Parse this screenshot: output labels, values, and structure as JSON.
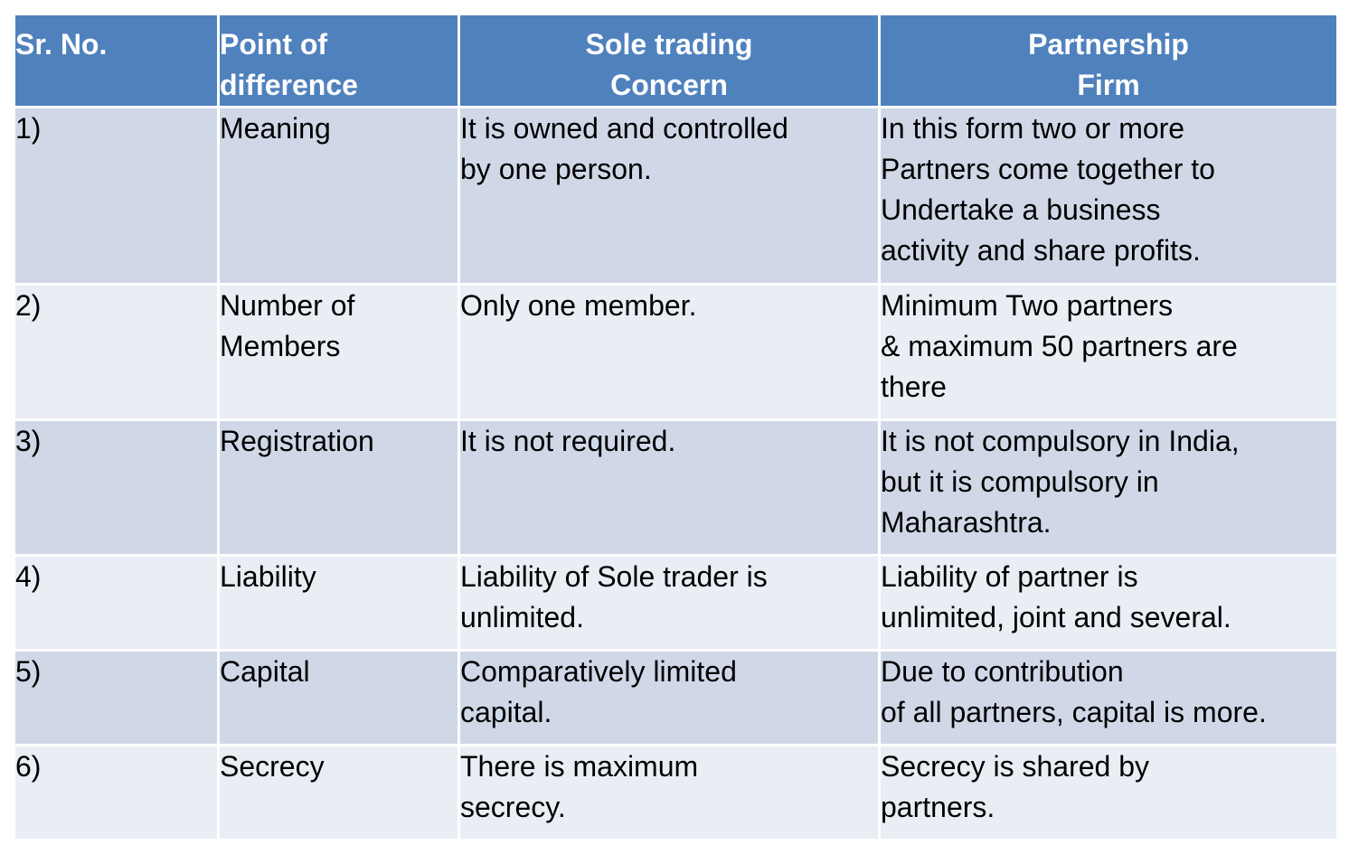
{
  "header": {
    "sr_no": "Sr. No.",
    "point": "Point of\ndifference",
    "sole": "Sole trading\nConcern",
    "partnership": "Partnership\nFirm"
  },
  "rows": [
    {
      "sr": "1)",
      "point": "Meaning",
      "sole": "It is owned and controlled\nby one person.",
      "partnership": "In this form two or more\nPartners come together to\nUndertake a business\nactivity and share profits."
    },
    {
      "sr": "2)",
      "point": "Number of\nMembers",
      "sole": "Only one member.",
      "partnership": "Minimum Two partners\n& maximum 50 partners are\nthere"
    },
    {
      "sr": "3)",
      "point": "Registration",
      "sole": "It is not required.",
      "partnership": "It is not compulsory in India,\nbut it is compulsory in\nMaharashtra."
    },
    {
      "sr": "4)",
      "point": "Liability",
      "sole": "Liability of Sole trader is\nunlimited.",
      "partnership": "Liability of partner is\nunlimited, joint and several."
    },
    {
      "sr": "5)",
      "point": "Capital",
      "sole": "Comparatively limited\ncapital.",
      "partnership": "Due to contribution\nof all partners, capital is more."
    },
    {
      "sr": "6)",
      "point": "Secrecy",
      "sole": "There is maximum\nsecrecy.",
      "partnership": "Secrecy is shared by\npartners."
    }
  ],
  "colors": {
    "header_bg": "#4f81bd",
    "row_dark": "#d0d8e8",
    "row_light": "#e9edf4"
  }
}
